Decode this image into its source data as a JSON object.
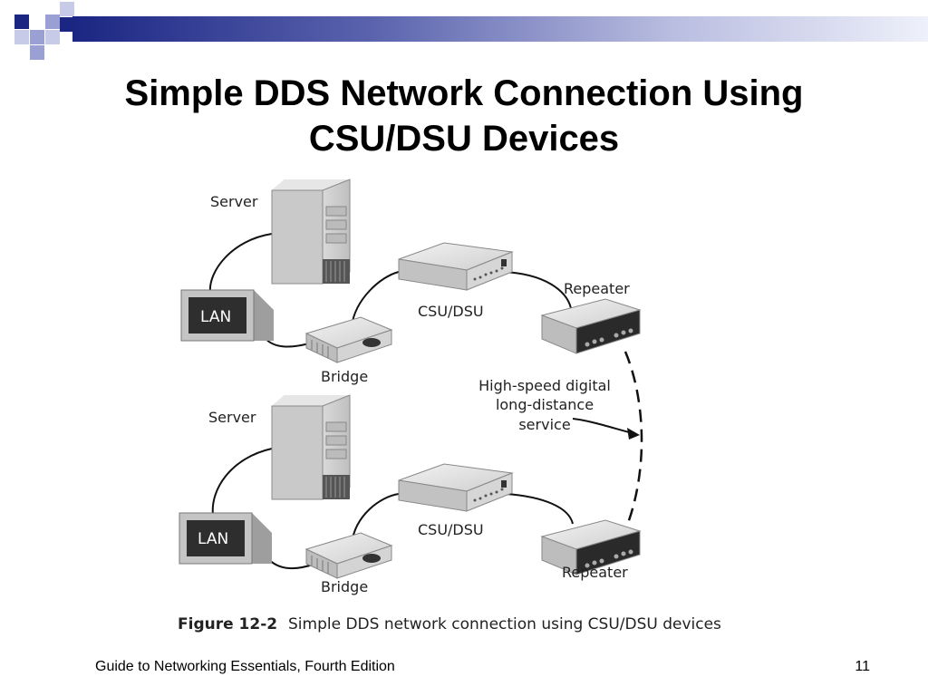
{
  "slide": {
    "title_line1": "Simple DDS Network Connection Using",
    "title_line2": "CSU/DSU Devices"
  },
  "diagram": {
    "labels": {
      "server_top": "Server",
      "server_bottom": "Server",
      "lan_top": "LAN",
      "lan_bottom": "LAN",
      "bridge_top": "Bridge",
      "bridge_bottom": "Bridge",
      "csudsu_top": "CSU/DSU",
      "csudsu_bottom": "CSU/DSU",
      "repeater_top": "Repeater",
      "repeater_bottom": "Repeater",
      "service_line1": "High-speed digital",
      "service_line2": "long-distance",
      "service_line3": "service"
    },
    "caption": {
      "figure_number": "Figure 12-2",
      "text": "Simple DDS network connection using CSU/DSU devices"
    }
  },
  "footer": {
    "book": "Guide to Networking Essentials, Fourth Edition",
    "page": "11"
  },
  "colors": {
    "accent_dark": "#1b2683",
    "accent_light": "#9aa0d4"
  }
}
